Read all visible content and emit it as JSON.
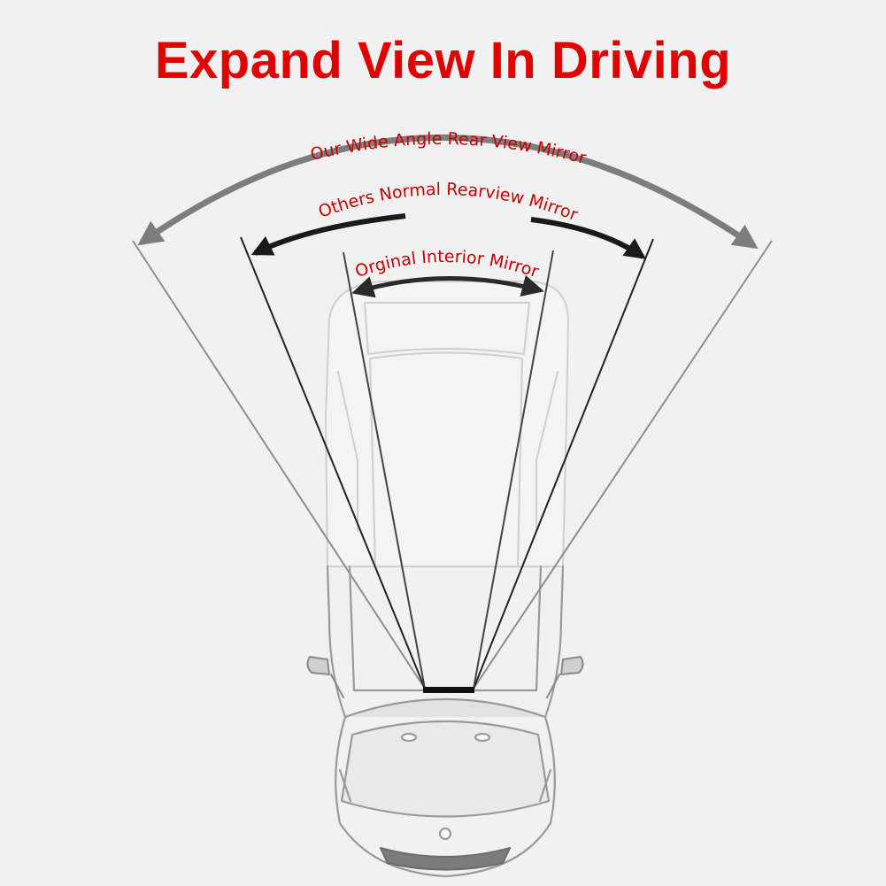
{
  "title": "Expand View In Driving",
  "labels": {
    "wide": "Our Wide Angle Rear View Mirror",
    "normal": "Others Normal Rearview Mirror",
    "interior": "Orginal Interior Mirror"
  },
  "colors": {
    "background": "#f1f1f1",
    "title": "#e10000",
    "label_text": "#c40000",
    "wide_arrow": "#7d7d7d",
    "normal_arrow": "#1a1a1a",
    "interior_arrow": "#2a2a2a",
    "car_outline": "#9a9a9a"
  },
  "icons": {
    "car": "car-top-view-icon",
    "mirror": "mirror-bar-icon"
  }
}
